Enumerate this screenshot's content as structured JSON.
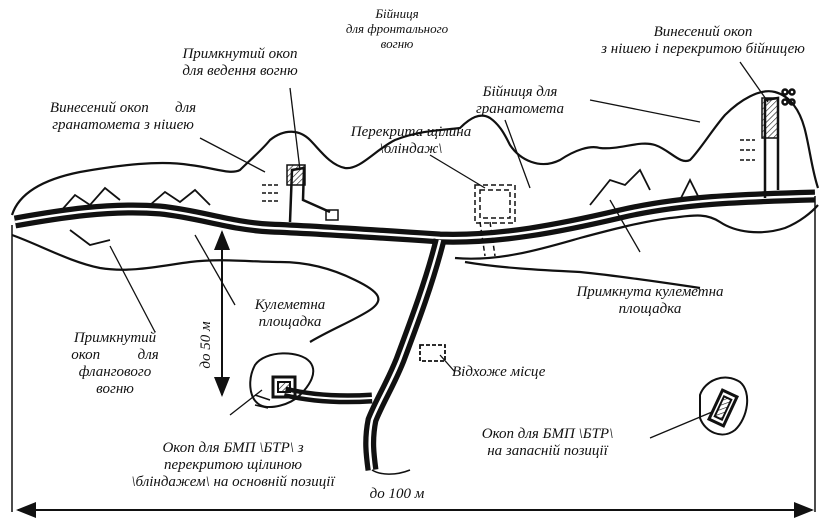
{
  "title": "",
  "labels": {
    "frontal_loophole": [
      "Бійниця",
      "для фронтального",
      "вогню"
    ],
    "forward_trench_covered": [
      "Винесений окоп",
      "з нішею і перекритою бійницею"
    ],
    "attached_trench_fire": [
      "Примкнутий окоп",
      "для ведення вогню"
    ],
    "grenade_loophole": [
      "Бійниця для",
      "гранатомета"
    ],
    "forward_trench_grenade": [
      "Винесений окоп       для",
      "гранатомета з нішею"
    ],
    "covered_slit": [
      "Перекрита щілина",
      "\\бліндаж\\"
    ],
    "mg_platform": [
      "Кулеметна",
      "площадка"
    ],
    "attached_mg_platform": [
      "Примкнута кулеметна",
      "площадка"
    ],
    "flank_trench": [
      "Примкнутий",
      "окоп          для",
      "флангового",
      "вогню"
    ],
    "latrine": "Відхоже місце",
    "bmp_main": [
      "Окоп для БМП \\БТР\\ з",
      "перекритою щілиною",
      "\\бліндажем\\ на основній позиції"
    ],
    "bmp_reserve": [
      "Окоп для БМП \\БТР\\",
      "на запасній позиції"
    ]
  },
  "dimensions": {
    "vertical": "до 50 м",
    "horizontal": "до 100 м"
  },
  "colors": {
    "ink": "#111111",
    "paper": "#ffffff"
  }
}
